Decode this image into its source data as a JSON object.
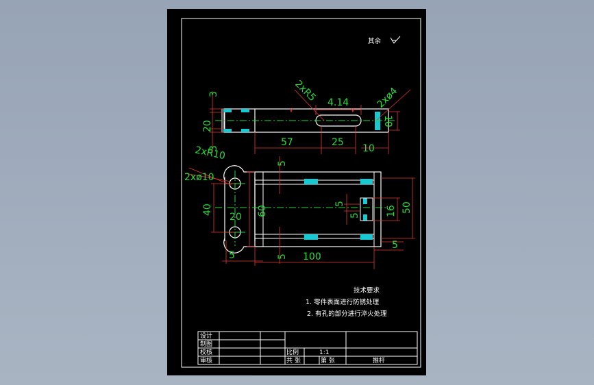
{
  "drawing": {
    "surface_note": "其余 ",
    "dimensions": {
      "d_2xR5": "2xR5",
      "d_4_14": "4.14",
      "d_2xdia4": "2xø4",
      "d_3_top": "3",
      "d_20_left": "20",
      "d_3_bottom": "3",
      "d_57": "57",
      "d_25": "25",
      "d_10_right": "10",
      "d_10_bottom": "10",
      "d_2xR10": "2xR10",
      "d_2xdia10": "2xø10",
      "d_5_top": "5",
      "d_40": "40",
      "d_20_mid": "20",
      "d_60": "60",
      "d_5_center_a": "5",
      "d_5_center_b": "5",
      "d_16": "16",
      "d_50": "50",
      "d_5_right": "5",
      "d_5_left_bottom": "5",
      "d_5_bottom": "5",
      "d_100": "100"
    },
    "tech_requirements": {
      "title": "技术要求",
      "item1": "1. 零件表面进行防锈处理",
      "item2": "2. 有孔的部分进行淬火处理"
    },
    "title_block": {
      "design": "设计",
      "draw": "制图",
      "check": "校核",
      "review": "审核",
      "scale_label": "比例",
      "scale_value": "1:1",
      "total_label": "共 张",
      "sheet_label": "第 张",
      "part_name": "推杆"
    }
  }
}
